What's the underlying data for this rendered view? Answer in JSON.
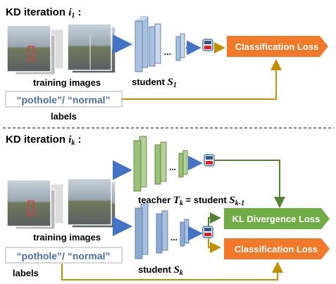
{
  "sections": [
    {
      "title": "KD iteration ",
      "title_var": "i",
      "title_sub": "1",
      "title_colon": " :",
      "images_label": "training images",
      "labels_box": "“pothole”/ “normal”",
      "labels_caption": "labels",
      "student_label": "student ",
      "student_var": "S",
      "student_sub": "1",
      "loss": "Classification Loss"
    },
    {
      "title": "KD iteration ",
      "title_var": "i",
      "title_sub": "k",
      "title_colon": " :",
      "teacher_label": "teacher ",
      "teacher_var": "T",
      "teacher_sub": "k",
      "teacher_eq": " = student ",
      "teacher_student_var": "S",
      "teacher_student_sub": "k-1",
      "images_label": "training images",
      "labels_box": "“pothole”/ “normal”",
      "labels_caption": "labels",
      "student_label": "student ",
      "student_var": "S",
      "student_sub": "k",
      "kl_loss": "KL Divergence Loss",
      "cls_loss": "Classification Loss"
    }
  ],
  "ellipsis": "...",
  "colors": {
    "orange": "#f07a2a",
    "green": "#70ad47",
    "blue_net": "#a9c1e0",
    "green_net": "#b5d19a",
    "arrow_blue": "#4472c4",
    "arrow_gold": "#bf9000",
    "arrow_green": "#548235"
  }
}
